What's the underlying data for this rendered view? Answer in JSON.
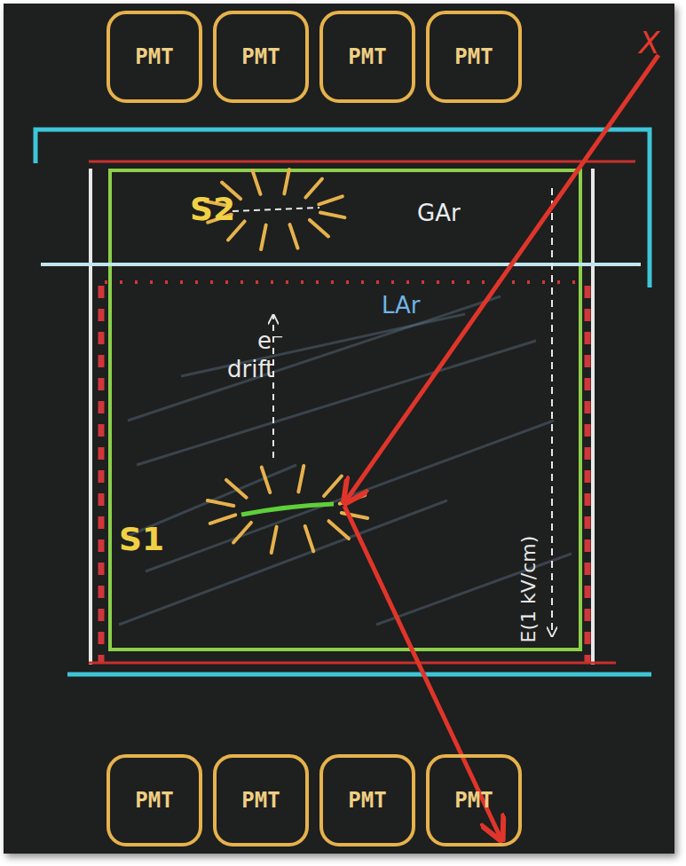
{
  "diagram": {
    "nodes": [
      {
        "text": [
          "PMT"
        ]
      },
      {
        "text": [
          "PMT"
        ]
      },
      {
        "text": [
          "PMT"
        ]
      },
      {
        "text": [
          "PMT"
        ]
      },
      {
        "text": [
          "PMT"
        ]
      },
      {
        "text": [
          "PMT"
        ]
      },
      {
        "text": [
          "PMT"
        ]
      },
      {
        "text": [
          "PMT"
        ]
      }
    ],
    "labels": [
      "X",
      "S2",
      "GAr",
      "LAr",
      "e⁻",
      "drift",
      "S1",
      "E(1 kV/cm)"
    ]
  }
}
